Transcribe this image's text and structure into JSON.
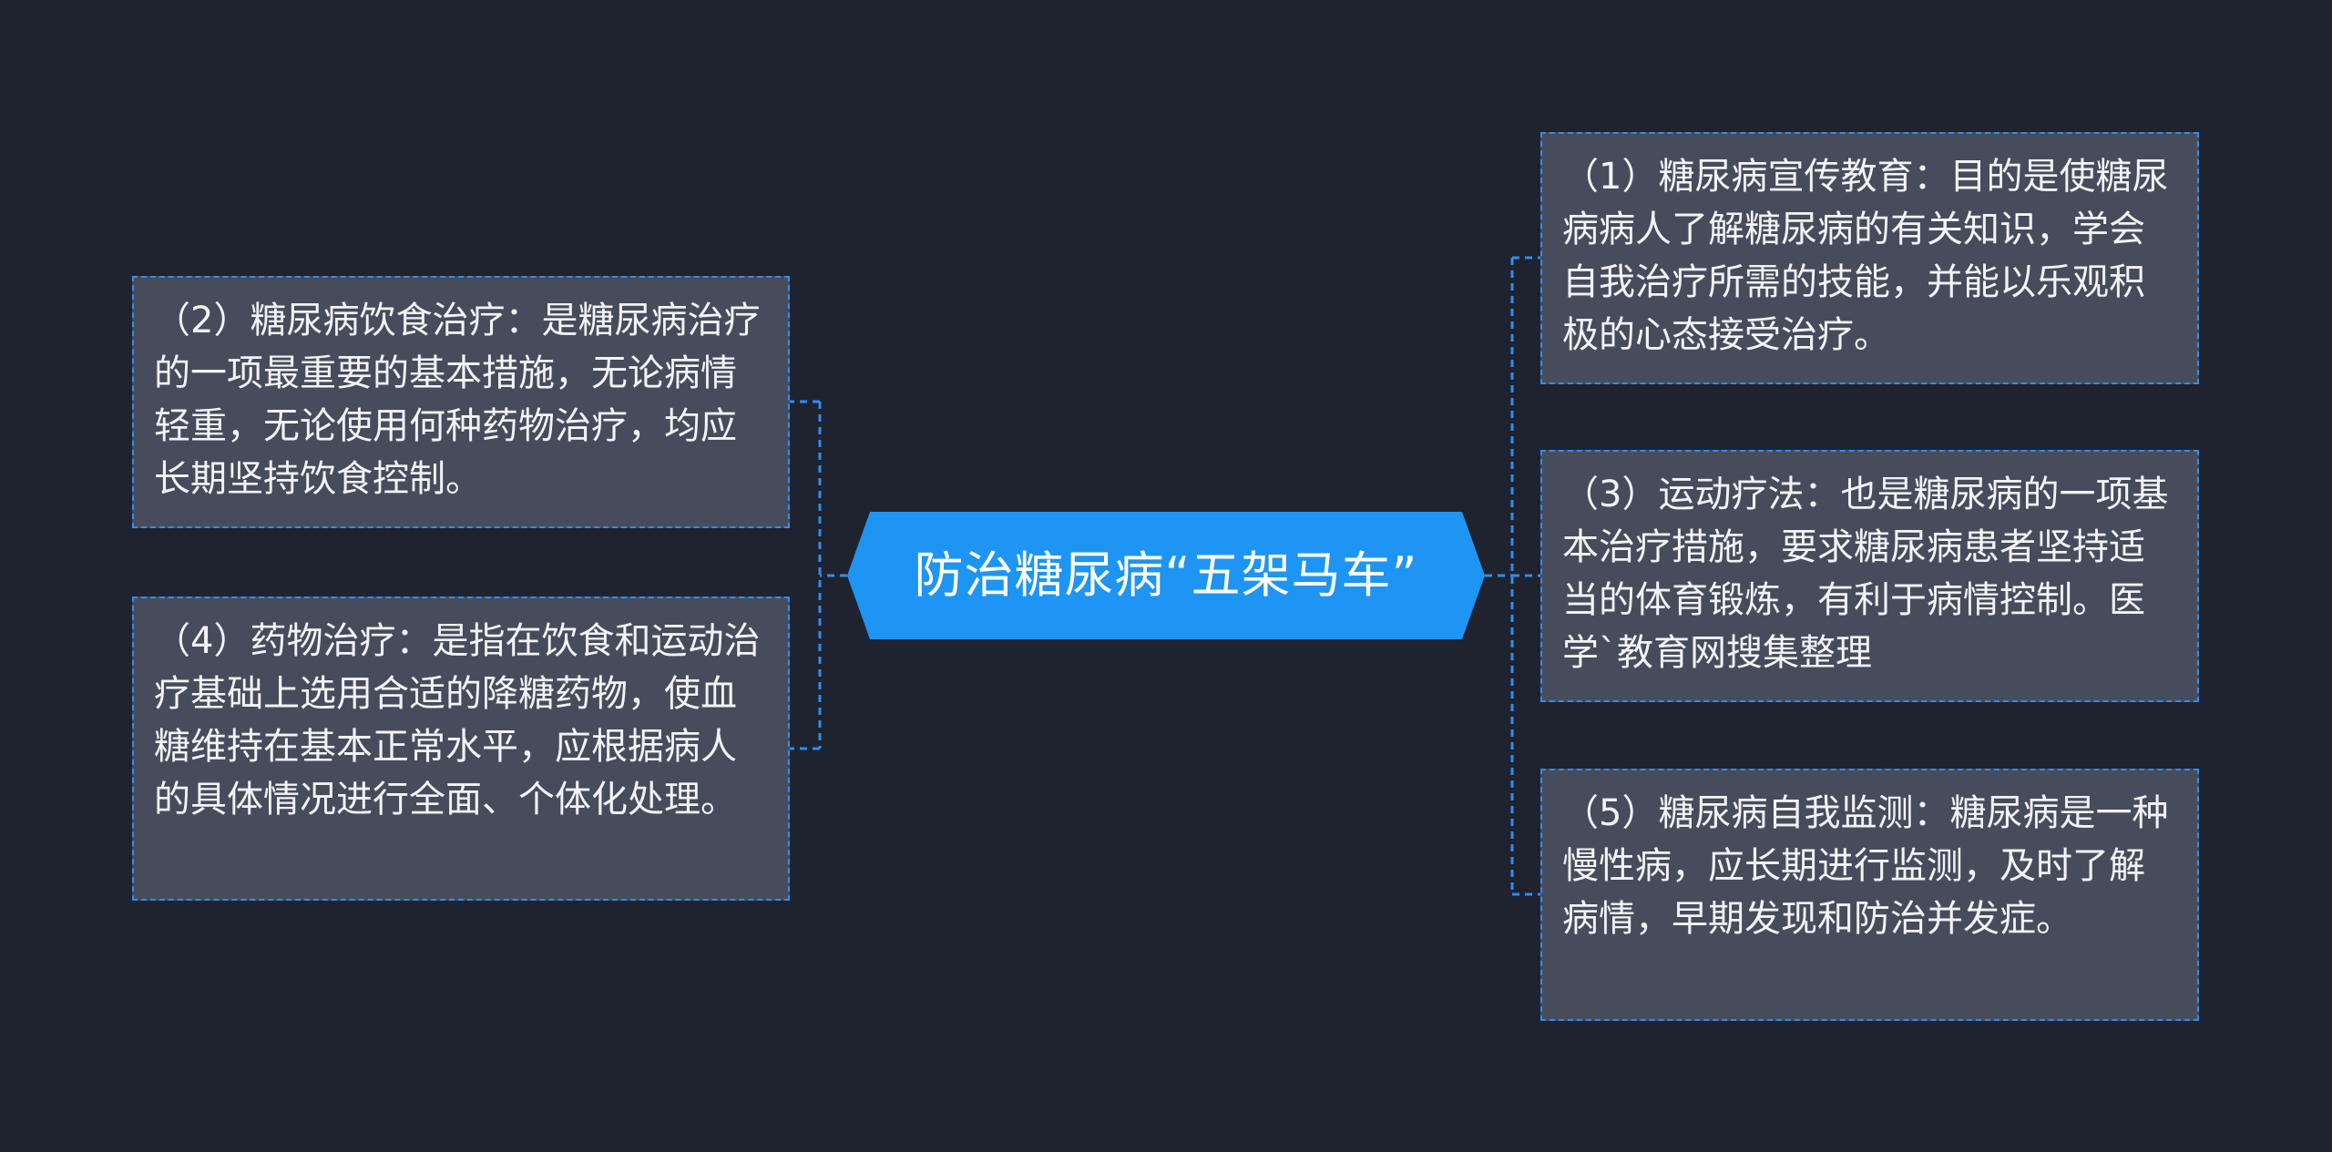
{
  "center": {
    "label": "防治糖尿病“五架马车”"
  },
  "nodes": {
    "item1": "（1）糖尿病宣传教育：目的是使糖尿病病人了解糖尿病的有关知识，学会自我治疗所需的技能，并能以乐观积极的心态接受治疗。",
    "item2": "（2）糖尿病饮食治疗：是糖尿病治疗的一项最重要的基本措施，无论病情轻重，无论使用何种药物治疗，均应长期坚持饮食控制。",
    "item3": "（3）运动疗法：也是糖尿病的一项基本治疗措施，要求糖尿病患者坚持适当的体育锻炼，有利于病情控制。医学`教育网搜集整理",
    "item4": "（4）药物治疗：是指在饮食和运动治疗基础上选用合适的降糖药物，使血糖维持在基本正常水平，应根据病人的具体情况进行全面、个体化处理。",
    "item5": "（5）糖尿病自我监测：糖尿病是一种慢性病，应长期进行监测，及时了解病情，早期发现和防治并发症。"
  },
  "colors": {
    "background": "#1f2330",
    "center_fill": "#1e95f2",
    "node_fill": "#474c5c",
    "connector": "#2e8ef0",
    "text": "#f2f3f5"
  }
}
